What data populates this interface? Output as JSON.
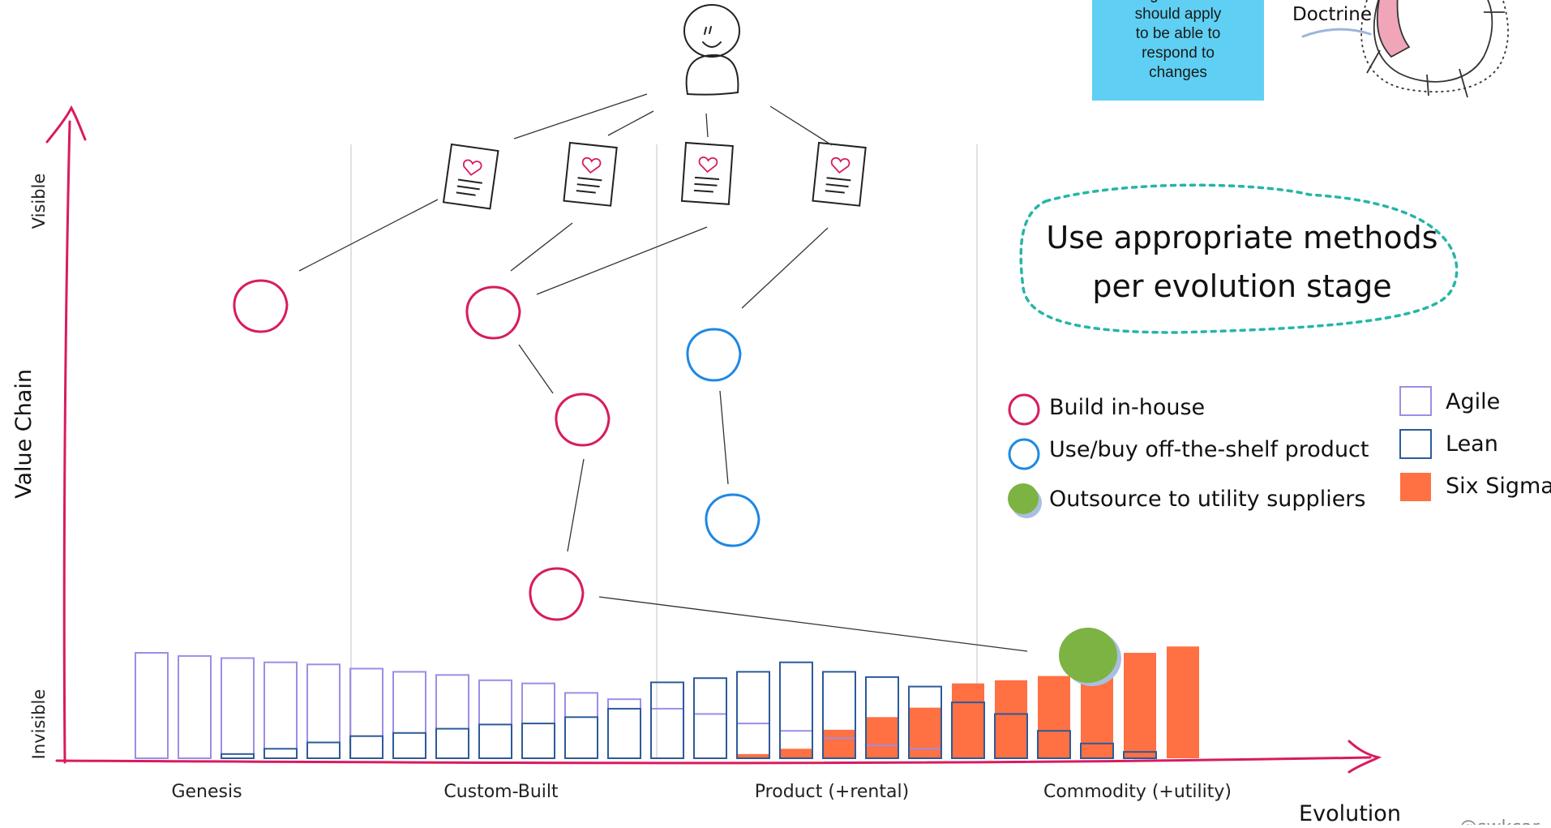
{
  "sticky_note": {
    "lines": [
      "organization",
      "should apply",
      "to be able to",
      "respond to",
      "changes"
    ]
  },
  "doctrine_label": "Doctrine",
  "axes": {
    "y_label": "Value Chain",
    "y_top": "Visible",
    "y_bottom": "Invisible",
    "x_label": "Evolution"
  },
  "stages": [
    "Genesis",
    "Custom-Built",
    "Product (+rental)",
    "Commodity (+utility)"
  ],
  "callout": {
    "line1": "Use appropriate methods",
    "line2": "per evolution stage"
  },
  "legend_components": [
    {
      "label": "Build in-house",
      "color": "#d81b60"
    },
    {
      "label": "Use/buy off-the-shelf product",
      "color": "#1e88e5"
    },
    {
      "label": "Outsource to utility suppliers",
      "color": "#7cb342"
    }
  ],
  "legend_methods": [
    {
      "label": "Agile",
      "color": "#9c8ee6"
    },
    {
      "label": "Lean",
      "color": "#2d5a99"
    },
    {
      "label": "Six Sigma",
      "color": "#ff7043"
    }
  ],
  "credit": "@swkcar",
  "colors": {
    "build": "#d81b60",
    "buy": "#1e88e5",
    "outsource": "#7cb342",
    "agile": "#9c8ee6",
    "lean": "#2d5a99",
    "sixsigma": "#ff7043",
    "callout_border": "#26b5a8",
    "axis": "#d81b60"
  },
  "chart_data": {
    "type": "bar",
    "x_categories": [
      "Genesis",
      "Custom-Built",
      "Product (+rental)",
      "Commodity (+utility)"
    ],
    "columns": [
      {
        "agile": 1.0,
        "lean": 0.0,
        "sixsigma": 0.0
      },
      {
        "agile": 0.97,
        "lean": 0.0,
        "sixsigma": 0.0
      },
      {
        "agile": 0.95,
        "lean": 0.04,
        "sixsigma": 0.0
      },
      {
        "agile": 0.91,
        "lean": 0.09,
        "sixsigma": 0.0
      },
      {
        "agile": 0.89,
        "lean": 0.15,
        "sixsigma": 0.0
      },
      {
        "agile": 0.85,
        "lean": 0.21,
        "sixsigma": 0.0
      },
      {
        "agile": 0.82,
        "lean": 0.24,
        "sixsigma": 0.0
      },
      {
        "agile": 0.79,
        "lean": 0.28,
        "sixsigma": 0.0
      },
      {
        "agile": 0.74,
        "lean": 0.32,
        "sixsigma": 0.0
      },
      {
        "agile": 0.71,
        "lean": 0.33,
        "sixsigma": 0.0
      },
      {
        "agile": 0.62,
        "lean": 0.39,
        "sixsigma": 0.0
      },
      {
        "agile": 0.56,
        "lean": 0.47,
        "sixsigma": 0.0
      },
      {
        "agile": 0.47,
        "lean": 0.72,
        "sixsigma": 0.0
      },
      {
        "agile": 0.42,
        "lean": 0.76,
        "sixsigma": 0.0
      },
      {
        "agile": 0.33,
        "lean": 0.82,
        "sixsigma": 0.04
      },
      {
        "agile": 0.26,
        "lean": 0.91,
        "sixsigma": 0.09
      },
      {
        "agile": 0.19,
        "lean": 0.82,
        "sixsigma": 0.27
      },
      {
        "agile": 0.12,
        "lean": 0.77,
        "sixsigma": 0.39
      },
      {
        "agile": 0.09,
        "lean": 0.68,
        "sixsigma": 0.48
      },
      {
        "agile": 0.0,
        "lean": 0.53,
        "sixsigma": 0.71
      },
      {
        "agile": 0.0,
        "lean": 0.42,
        "sixsigma": 0.74
      },
      {
        "agile": 0.0,
        "lean": 0.26,
        "sixsigma": 0.78
      },
      {
        "agile": 0.0,
        "lean": 0.14,
        "sixsigma": 0.89
      },
      {
        "agile": 0.0,
        "lean": 0.06,
        "sixsigma": 1.0
      },
      {
        "agile": 0.0,
        "lean": 0.0,
        "sixsigma": 1.06
      }
    ]
  }
}
